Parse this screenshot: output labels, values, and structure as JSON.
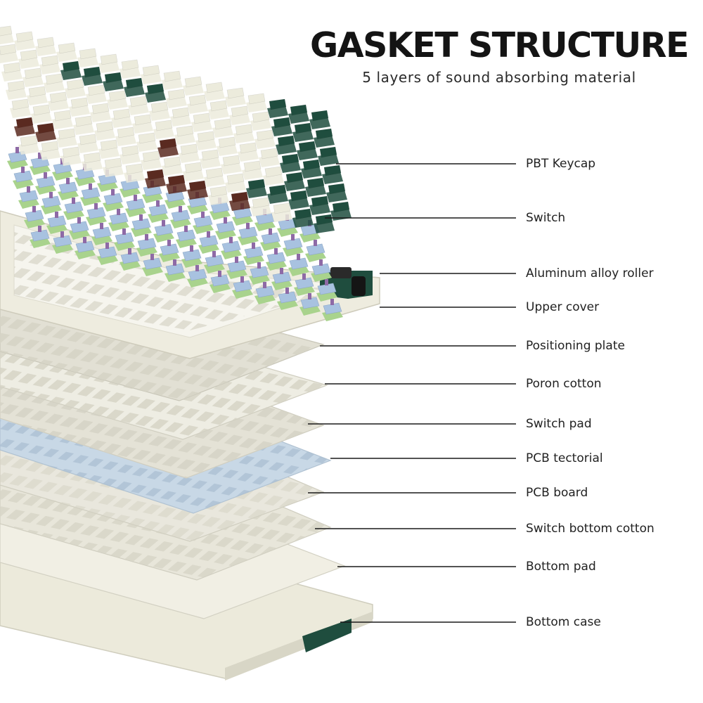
{
  "header": {
    "title": "GASKET STRUCTURE",
    "subtitle": "5 layers of sound absorbing material"
  },
  "layers": [
    {
      "label": "PBT Keycap"
    },
    {
      "label": "Switch"
    },
    {
      "label": "Aluminum alloy roller"
    },
    {
      "label": "Upper cover"
    },
    {
      "label": "Positioning plate"
    },
    {
      "label": "Poron cotton"
    },
    {
      "label": "Switch pad"
    },
    {
      "label": "PCB tectorial"
    },
    {
      "label": "PCB board"
    },
    {
      "label": "Switch bottom cotton"
    },
    {
      "label": "Bottom pad"
    },
    {
      "label": "Bottom case"
    }
  ],
  "colors": {
    "keycap_cream": "#ecebdc",
    "keycap_green": "#1f4d3e",
    "keycap_brown": "#5a2a20",
    "switch_blue": "#a8c2e0",
    "switch_green": "#a9d38d",
    "switch_purple": "#8e6aa6",
    "plate": "#e6e4d8",
    "pcb_tectorial": "#c8d8e6",
    "case": "#eceadb"
  }
}
